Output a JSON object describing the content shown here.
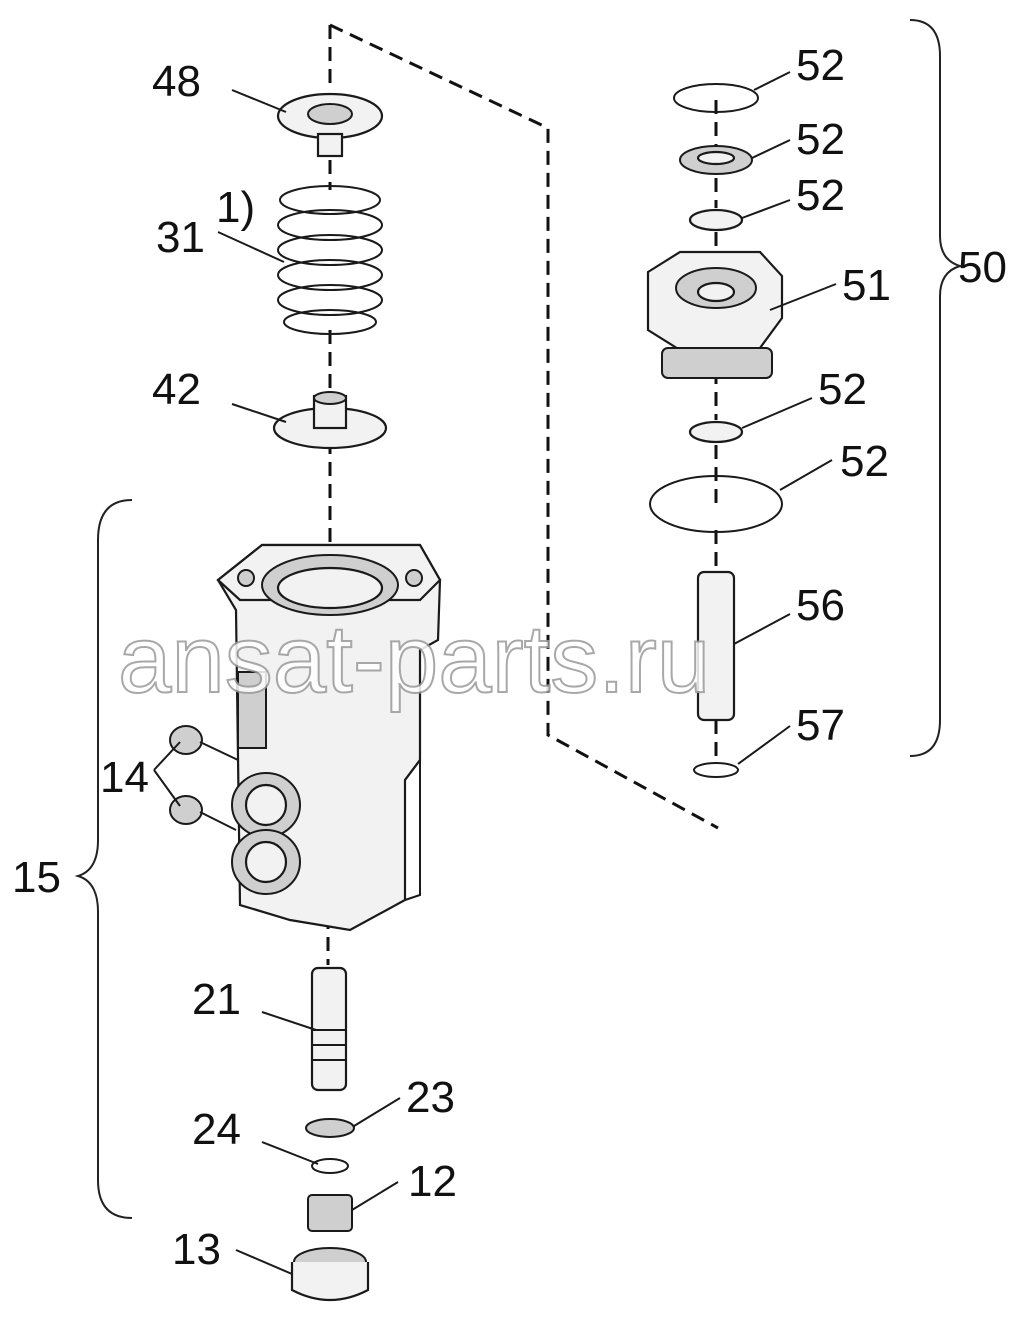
{
  "labels": {
    "p48": "48",
    "p31": "31",
    "note1": "1)",
    "p42": "42",
    "p15": "15",
    "p14": "14",
    "p21": "21",
    "p23": "23",
    "p24": "24",
    "p12": "12",
    "p13": "13",
    "p52a": "52",
    "p52b": "52",
    "p52c": "52",
    "p51": "51",
    "p50": "50",
    "p52d": "52",
    "p52e": "52",
    "p56": "56",
    "p57": "57"
  },
  "watermark": "ansat-parts.ru"
}
